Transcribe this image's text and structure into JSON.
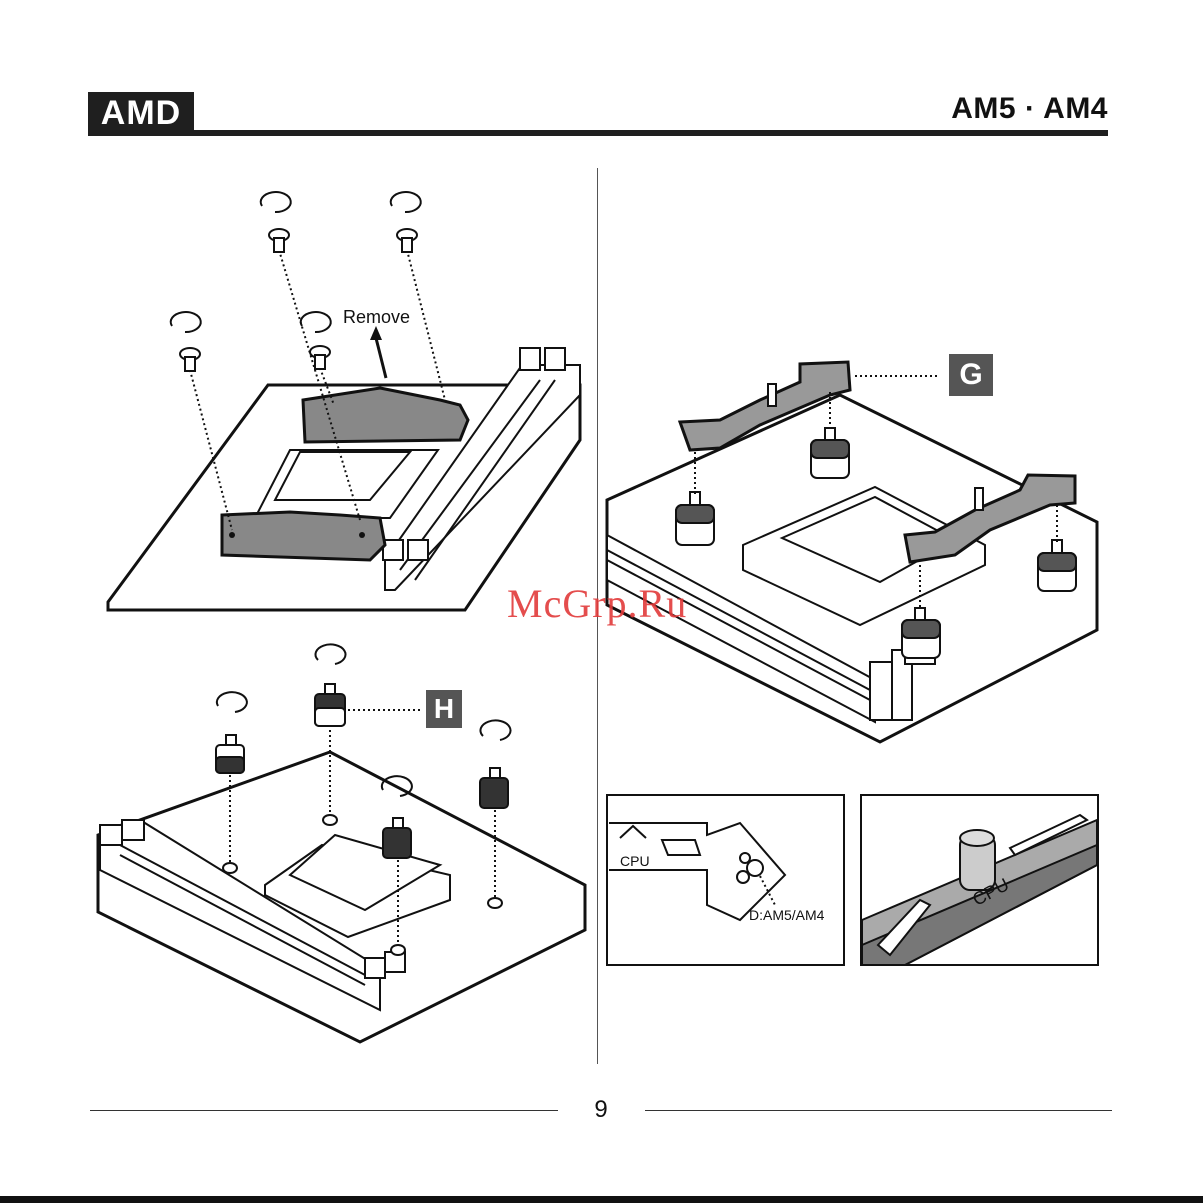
{
  "header": {
    "brand": "AMD",
    "socket": "AM5 · AM4"
  },
  "labels": {
    "remove": "Remove",
    "part_g": "G",
    "part_h": "H",
    "cpu_mark": "CPU",
    "bracket_marking": "D:AM5/AM4"
  },
  "watermark": "McGrp.Ru",
  "footer": {
    "page_number": "9"
  }
}
